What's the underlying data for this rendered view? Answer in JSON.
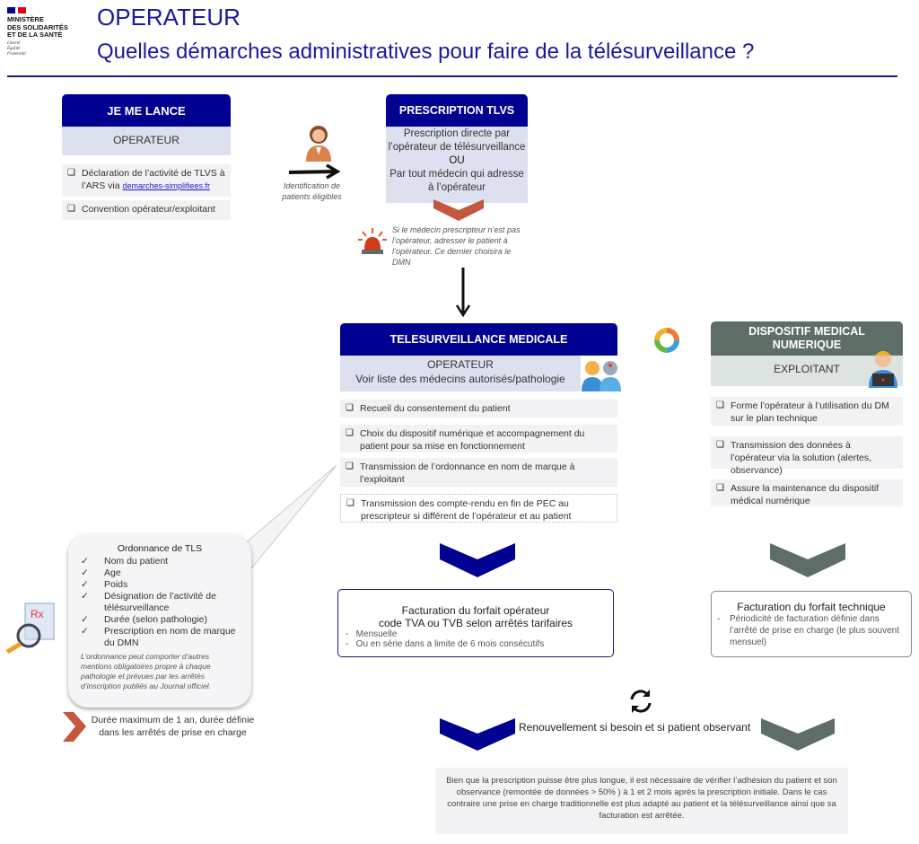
{
  "logo": {
    "line1": "MINISTÈRE",
    "line2": "DES SOLIDARITÉS",
    "line3": "ET DE LA SANTÉ",
    "motto": "Liberté Égalité Fraternité"
  },
  "header": {
    "title": "OPERATEUR",
    "subtitle": "Quelles démarches administratives pour faire de la télésurveillance ?"
  },
  "je_me_lance": {
    "title": "JE ME LANCE",
    "role": "OPERATEUR",
    "item1_text": "Déclaration de l’activité de TLVS à l’ARS via",
    "item1_link": "demarches-simplifiees.fr",
    "item2": "Convention opérateur/exploitant"
  },
  "identification": "Identification de patients éligibles",
  "prescription": {
    "title": "PRESCRIPTION TLVS",
    "line1": "Prescription directe par l’opérateur de télésurveillance",
    "or": "OU",
    "line2": "Par tout médecin qui adresse à l’opérateur"
  },
  "alert_note": "Si le médecin prescripteur n’est pas l’opérateur, adresser le patient à l’opérateur. Ce dernier choisira le DMN",
  "telesurveillance": {
    "title": "TELESURVEILLANCE MEDICALE",
    "role": "OPERATEUR",
    "role_note": "Voir liste des médecins autorisés/pathologie",
    "items": [
      "Recueil du consentement du patient",
      "Choix du dispositif numérique et accompagnement du patient pour sa mise en fonctionnement",
      "Transmission de l’ordonnance en nom de marque à l’exploitant",
      "Transmission des compte-rendu en fin de PEC au prescripteur si différent de l’opérateur et au patient"
    ]
  },
  "dmn": {
    "title": "DISPOSITIF MEDICAL NUMERIQUE",
    "role": "EXPLOITANT",
    "items": [
      "Forme l’opérateur à l’utilisation du DM sur le plan technique",
      "Transmission des données à l’opérateur via la solution (alertes, observance)",
      "Assure la maintenance du dispositif médical numérique"
    ]
  },
  "ordonnance": {
    "title": "Ordonnance de TLS",
    "items": [
      "Nom du patient",
      "Age",
      "Poids",
      "Désignation de l’activité de télésurveillance",
      "Durée (selon pathologie)",
      "Prescription en nom de marque du DMN"
    ],
    "note": "L’ordonnance peut comporter d’autres mentions obligatoires propre à chaque pathologie et prévues par les arrêtés d’inscription publiés au Journal officiel."
  },
  "duree": "Durée maximum de 1 an, durée définie dans les arrêtés de prise en charge",
  "facturation_operateur": {
    "title1": "Facturation du forfait opérateur",
    "title2": "code TVA  ou TVB selon arrêtés tarifaires",
    "items": [
      "Mensuelle",
      "Ou en série dans a limite de 6 mois consécutifs"
    ]
  },
  "facturation_technique": {
    "title": "Facturation du forfait technique",
    "items": [
      "Périodicité de facturation définie dans l’arrêté de prise en charge (le plus souvent mensuel)"
    ]
  },
  "renouvellement": "Renouvellement si besoin et si patient observant",
  "bottom_note": "Bien que la prescription puisse être plus longue, il est nécessaire de vérifier l’adhésion du patient et son observance (remontée de données > 50% ) à 1 et 2 mois après la prescription initiale. Dans le cas contraire une prise en charge traditionnelle est plus adapté au patient et la télésurveillance ainsi que sa facturation est arrêtée.",
  "colors": {
    "navy": "#000091",
    "grey_green": "#5d6e66",
    "salmon": "#c5573f"
  }
}
